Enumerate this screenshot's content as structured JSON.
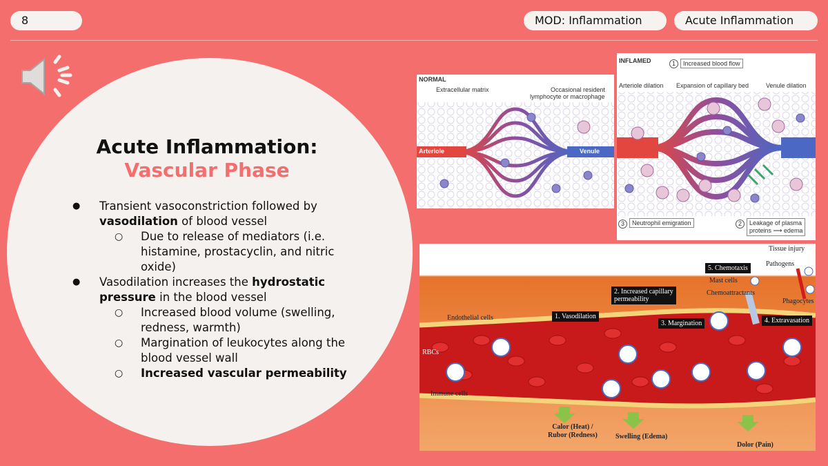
{
  "header": {
    "slide_number": "8",
    "module_tag": "MOD: Inflammation",
    "section_tag": "Acute Inflammation"
  },
  "icons": {
    "audio": "speaker-icon"
  },
  "slide": {
    "title_line1": "Acute Inflammation:",
    "title_line2": "Vascular Phase",
    "accent_color": "#f46e6e"
  },
  "content": {
    "b1_text": "Transient vasoconstriction followed by ",
    "b1_bold": "vasodilation",
    "b1_tail": " of blood vessel",
    "b1_sub": "Due to release of mediators (i.e. histamine, prostacyclin, and nitric oxide)",
    "b2_text": "Vasodilation increases the ",
    "b2_bold": "hydrostatic pressure",
    "b2_tail": " in the blood vessel",
    "b2_sub1": "Increased blood volume (swelling, redness, warmth)",
    "b2_sub2": "Margination of leukocytes along the blood vessel wall",
    "b2_sub3": "Increased vascular permeability"
  },
  "fig_normal": {
    "heading": "NORMAL",
    "matrix": "Extracellular matrix",
    "resident": "Occasional resident",
    "resident2": "lymphocyte or macrophage",
    "arteriole": "Arteriole",
    "venule": "Venule"
  },
  "fig_inflamed": {
    "heading": "INFLAMED",
    "n1": "1",
    "flow": "Increased blood flow",
    "art_dil": "Arteriole dilation",
    "expansion": "Expansion of capillary bed",
    "ven_dil": "Venule dilation",
    "n3": "3",
    "emigration": "Neutrophil emigration",
    "n2": "2",
    "leak1": "Leakage of plasma",
    "leak2": "proteins ⟶ edema"
  },
  "fig_vessel": {
    "tissue_injury": "Tissue injury",
    "pathogens": "Pathogens",
    "chemotaxis": "5. Chemotaxis",
    "mast": "Mast cells",
    "chemo": "Chemoattractants",
    "phagocytes": "Phagocytes",
    "permeability1": "2. Increased capillary",
    "permeability2": "permeability",
    "endothelial": "Endothelial cells",
    "vasodilation": "1. Vasodilation",
    "margination": "3. Margination",
    "extravasation": "4. Extravasation",
    "rbcs": "RBCs",
    "immune": "Immune cells",
    "calor1": "Calor (Heat) /",
    "calor2": "Rubor (Redness)",
    "swelling": "Swelling (Edema)",
    "dolor": "Dolor (Pain)"
  }
}
